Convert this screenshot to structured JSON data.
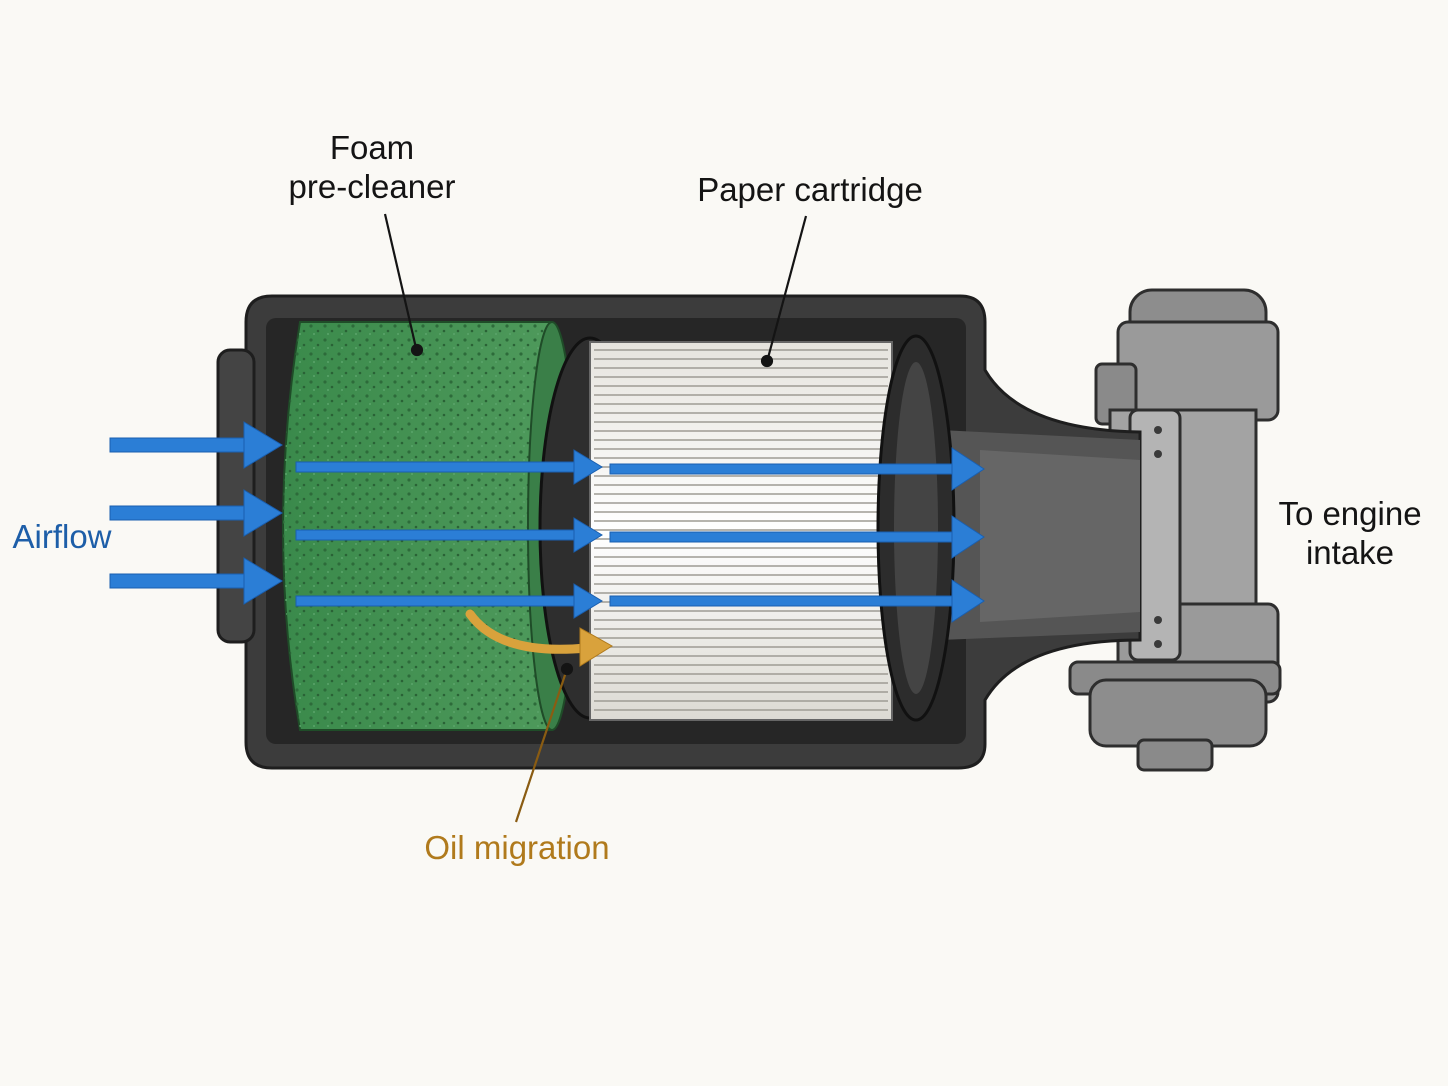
{
  "labels": {
    "foam_line1": "Foam",
    "foam_line2": "pre-cleaner",
    "paper": "Paper cartridge",
    "engine_line1": "To engine",
    "engine_line2": "intake",
    "airflow": "Airflow",
    "oil": "Oil migration"
  },
  "colors": {
    "background": "#faf9f5",
    "housing": "#3c3c3c",
    "foam": "#3f8a4e",
    "paper": "#f1efe9",
    "airflow_arrows": "#2b7ed6",
    "airflow_text": "#1d5ea8",
    "oil": "#d9a23c",
    "intake": "#8a8a8a"
  }
}
